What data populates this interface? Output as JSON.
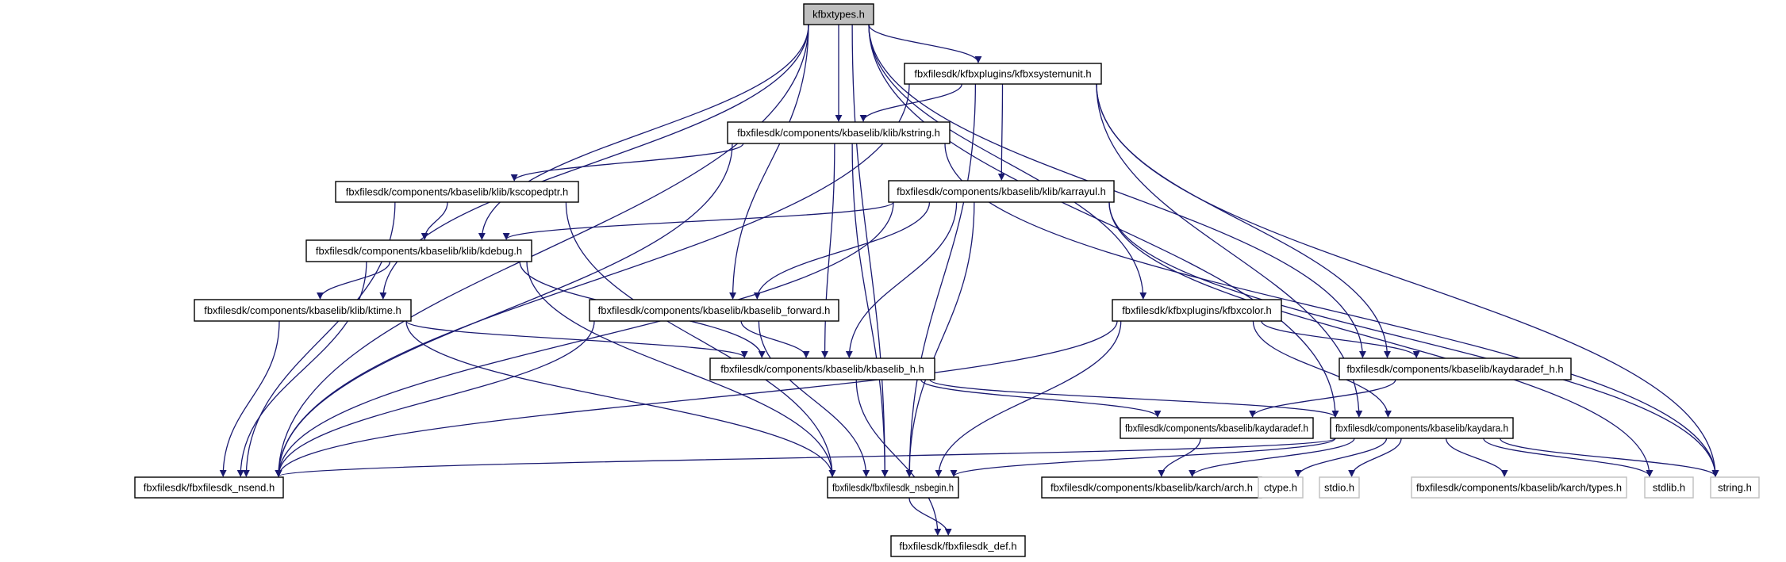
{
  "diagram": {
    "type": "include-dependency-graph",
    "colors": {
      "edge": "#191970",
      "root_fill": "#bfbfbf",
      "node_fill": "#ffffff",
      "node_border": "#000000",
      "external_border": "#bfbfbf"
    },
    "nodes": [
      {
        "id": "kfbxtypes",
        "label": "kfbxtypes.h",
        "kind": "root"
      },
      {
        "id": "systemunit",
        "label": "fbxfilesdk/kfbxplugins/kfbxsystemunit.h",
        "kind": "file"
      },
      {
        "id": "kstring",
        "label": "fbxfilesdk/components/kbaselib/klib/kstring.h",
        "kind": "file"
      },
      {
        "id": "kscopedptr",
        "label": "fbxfilesdk/components/kbaselib/klib/kscopedptr.h",
        "kind": "file"
      },
      {
        "id": "karrayul",
        "label": "fbxfilesdk/components/kbaselib/klib/karrayul.h",
        "kind": "file"
      },
      {
        "id": "kdebug",
        "label": "fbxfilesdk/components/kbaselib/klib/kdebug.h",
        "kind": "file"
      },
      {
        "id": "ktime",
        "label": "fbxfilesdk/components/kbaselib/klib/ktime.h",
        "kind": "file"
      },
      {
        "id": "kbaselib_forward",
        "label": "fbxfilesdk/components/kbaselib/kbaselib_forward.h",
        "kind": "file"
      },
      {
        "id": "kfbxcolor",
        "label": "fbxfilesdk/kfbxplugins/kfbxcolor.h",
        "kind": "file"
      },
      {
        "id": "kbaselib_h",
        "label": "fbxfilesdk/components/kbaselib/kbaselib_h.h",
        "kind": "file"
      },
      {
        "id": "kaydaradef_h",
        "label": "fbxfilesdk/components/kbaselib/kaydaradef_h.h",
        "kind": "file"
      },
      {
        "id": "kaydaradef",
        "label": "fbxfilesdk/components/kbaselib/kaydaradef.h",
        "kind": "file"
      },
      {
        "id": "kaydara",
        "label": "fbxfilesdk/components/kbaselib/kaydara.h",
        "kind": "file"
      },
      {
        "id": "nsend",
        "label": "fbxfilesdk/fbxfilesdk_nsend.h",
        "kind": "file"
      },
      {
        "id": "nsbegin",
        "label": "fbxfilesdk/fbxfilesdk_nsbegin.h",
        "kind": "file"
      },
      {
        "id": "arch",
        "label": "fbxfilesdk/components/kbaselib/karch/arch.h",
        "kind": "file"
      },
      {
        "id": "ctype",
        "label": "ctype.h",
        "kind": "external"
      },
      {
        "id": "stdio",
        "label": "stdio.h",
        "kind": "external"
      },
      {
        "id": "types",
        "label": "fbxfilesdk/components/kbaselib/karch/types.h",
        "kind": "external"
      },
      {
        "id": "stdlib",
        "label": "stdlib.h",
        "kind": "external"
      },
      {
        "id": "string",
        "label": "string.h",
        "kind": "external"
      },
      {
        "id": "def",
        "label": "fbxfilesdk/fbxfilesdk_def.h",
        "kind": "file"
      }
    ],
    "edges": [
      [
        "kfbxtypes",
        "nsend"
      ],
      [
        "kfbxtypes",
        "systemunit"
      ],
      [
        "kfbxtypes",
        "kstring"
      ],
      [
        "kfbxtypes",
        "kdebug"
      ],
      [
        "kfbxtypes",
        "ktime"
      ],
      [
        "kfbxtypes",
        "kbaselib_forward"
      ],
      [
        "kfbxtypes",
        "nsbegin"
      ],
      [
        "kfbxtypes",
        "kfbxcolor"
      ],
      [
        "kfbxtypes",
        "kaydaradef_h"
      ],
      [
        "kfbxtypes",
        "kaydara"
      ],
      [
        "systemunit",
        "kstring"
      ],
      [
        "systemunit",
        "karrayul"
      ],
      [
        "systemunit",
        "nsbegin"
      ],
      [
        "systemunit",
        "nsend"
      ],
      [
        "systemunit",
        "kaydaradef_h"
      ],
      [
        "systemunit",
        "kaydara"
      ],
      [
        "systemunit",
        "string"
      ],
      [
        "kstring",
        "kscopedptr"
      ],
      [
        "kstring",
        "nsend"
      ],
      [
        "kstring",
        "nsbegin"
      ],
      [
        "kstring",
        "kbaselib_h"
      ],
      [
        "kstring",
        "string"
      ],
      [
        "kscopedptr",
        "kdebug"
      ],
      [
        "kscopedptr",
        "nsend"
      ],
      [
        "kscopedptr",
        "nsbegin"
      ],
      [
        "karrayul",
        "kdebug"
      ],
      [
        "karrayul",
        "kbaselib_forward"
      ],
      [
        "karrayul",
        "kbaselib_h"
      ],
      [
        "karrayul",
        "nsbegin"
      ],
      [
        "karrayul",
        "nsend"
      ],
      [
        "karrayul",
        "stdlib"
      ],
      [
        "karrayul",
        "string"
      ],
      [
        "kdebug",
        "ktime"
      ],
      [
        "kdebug",
        "nsend"
      ],
      [
        "kdebug",
        "nsbegin"
      ],
      [
        "kdebug",
        "kbaselib_h"
      ],
      [
        "ktime",
        "nsend"
      ],
      [
        "ktime",
        "nsbegin"
      ],
      [
        "ktime",
        "kbaselib_h"
      ],
      [
        "kbaselib_forward",
        "kbaselib_h"
      ],
      [
        "kbaselib_forward",
        "nsend"
      ],
      [
        "kbaselib_forward",
        "nsbegin"
      ],
      [
        "kbaselib_h",
        "kaydaradef"
      ],
      [
        "kbaselib_h",
        "kaydara"
      ],
      [
        "kbaselib_h",
        "def"
      ],
      [
        "kfbxcolor",
        "kaydaradef_h"
      ],
      [
        "kfbxcolor",
        "kaydara"
      ],
      [
        "kfbxcolor",
        "nsend"
      ],
      [
        "kfbxcolor",
        "nsbegin"
      ],
      [
        "kaydaradef_h",
        "kaydaradef"
      ],
      [
        "kaydaradef",
        "arch"
      ],
      [
        "kaydara",
        "nsend"
      ],
      [
        "kaydara",
        "nsbegin"
      ],
      [
        "kaydara",
        "arch"
      ],
      [
        "kaydara",
        "ctype"
      ],
      [
        "kaydara",
        "stdio"
      ],
      [
        "kaydara",
        "types"
      ],
      [
        "kaydara",
        "stdlib"
      ],
      [
        "kaydara",
        "string"
      ],
      [
        "nsbegin",
        "def"
      ]
    ]
  }
}
